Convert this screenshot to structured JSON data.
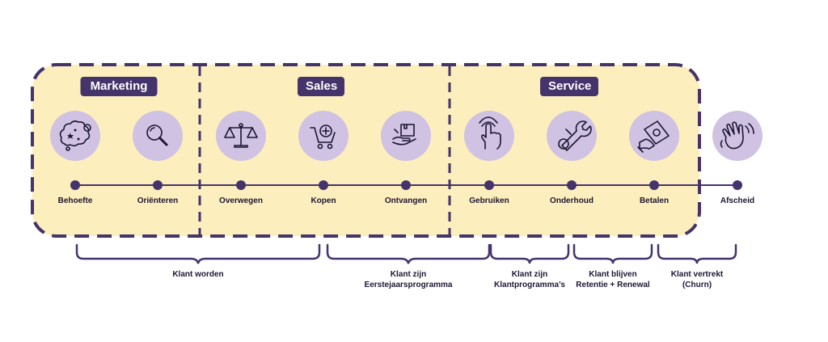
{
  "phases": {
    "marketing": "Marketing",
    "sales": "Sales",
    "service": "Service"
  },
  "steps": [
    {
      "label": "Behoefte",
      "icon": "thought-cloud-icon"
    },
    {
      "label": "Oriënteren",
      "icon": "magnifier-icon"
    },
    {
      "label": "Overwegen",
      "icon": "scale-icon"
    },
    {
      "label": "Kopen",
      "icon": "shopping-cart-icon"
    },
    {
      "label": "Ontvangen",
      "icon": "package-delivery-icon"
    },
    {
      "label": "Gebruiken",
      "icon": "tap-hand-icon"
    },
    {
      "label": "Onderhoud",
      "icon": "wrench-icon"
    },
    {
      "label": "Betalen",
      "icon": "money-hand-icon"
    },
    {
      "label": "Afscheid",
      "icon": "waving-hand-icon"
    }
  ],
  "brackets": [
    {
      "line1": "Klant worden",
      "line2": ""
    },
    {
      "line1": "Klant zijn",
      "line2": "Eerstejaarsprogramma"
    },
    {
      "line1": "Klant zijn",
      "line2": "Klantprogramma’s"
    },
    {
      "line1": "Klant blijven",
      "line2": "Retentie + Renewal"
    },
    {
      "line1": "Klant vertrekt",
      "line2": "(Churn)"
    }
  ],
  "colors": {
    "panel": "#fcefbd",
    "purple": "#45336b",
    "circle": "#cfc2e2",
    "ink": "#1e1633"
  }
}
